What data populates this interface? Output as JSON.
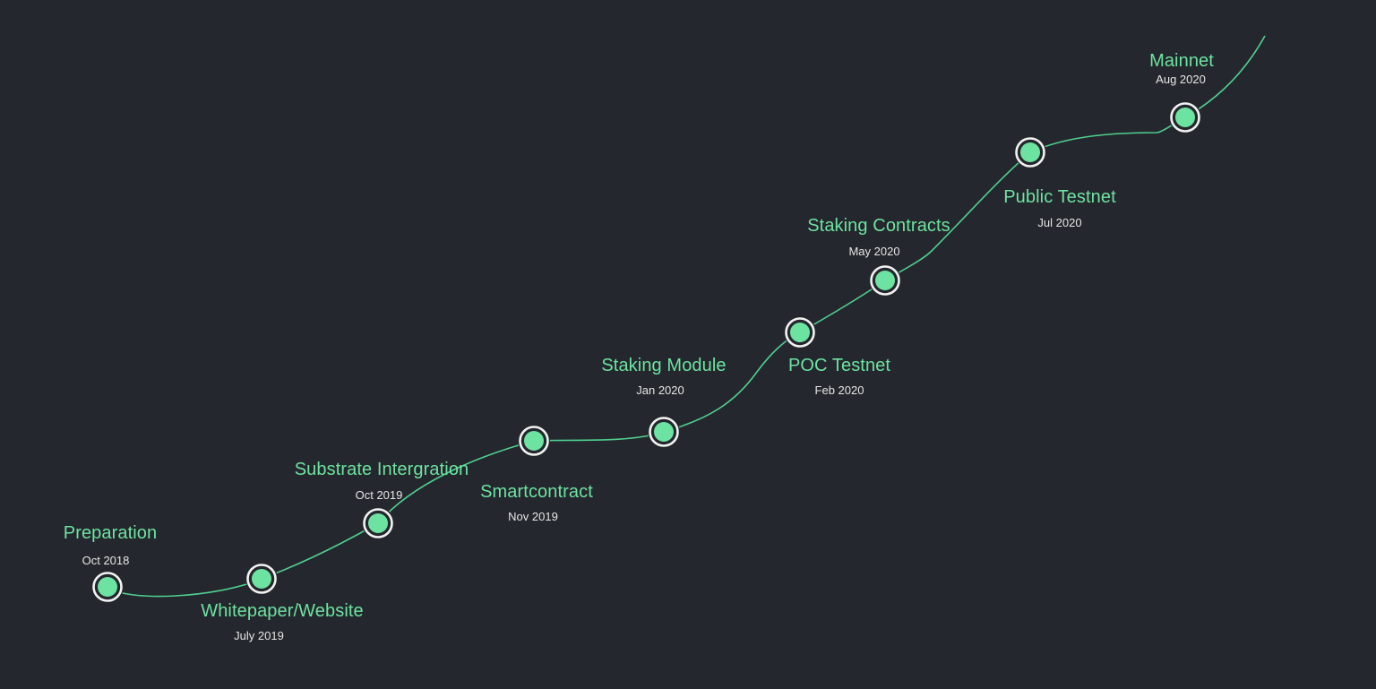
{
  "colors": {
    "background": "#24272d",
    "path": "#4fcf8f",
    "node_fill": "#6de3a1",
    "node_ring": "#f2f2f2",
    "title": "#6de3a1",
    "date": "#e6e6e6"
  },
  "milestones": [
    {
      "id": "preparation",
      "title": "Preparation",
      "date": "Oct 2018"
    },
    {
      "id": "whitepaper-website",
      "title": "Whitepaper/Website",
      "date": "July 2019"
    },
    {
      "id": "substrate-intergration",
      "title": "Substrate Intergration",
      "date": "Oct 2019"
    },
    {
      "id": "smartcontract",
      "title": "Smartcontract",
      "date": "Nov 2019"
    },
    {
      "id": "staking-module",
      "title": "Staking Module",
      "date": "Jan 2020"
    },
    {
      "id": "poc-testnet",
      "title": "POC Testnet",
      "date": "Feb 2020"
    },
    {
      "id": "staking-contracts",
      "title": "Staking Contracts",
      "date": "May 2020"
    },
    {
      "id": "public-testnet",
      "title": "Public Testnet",
      "date": "Jul 2020"
    },
    {
      "id": "mainnet",
      "title": "Mainnet",
      "date": "Aug 2020"
    }
  ]
}
